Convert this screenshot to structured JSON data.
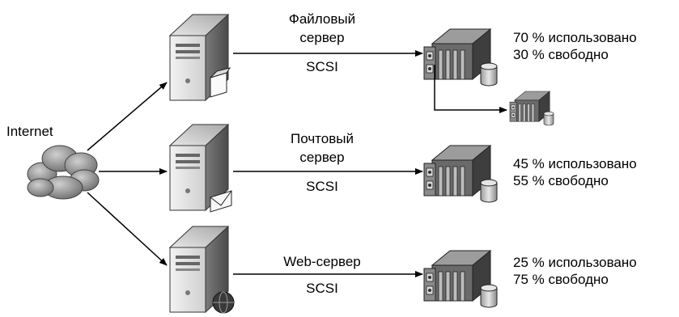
{
  "internet": {
    "label": "Internet"
  },
  "rows": [
    {
      "server_name_line1": "Файловый",
      "server_name_line2": "сервер",
      "link_label": "SCSI",
      "used": "70 % использовано",
      "free": "30 % свободно",
      "server_icon": "file-server-icon"
    },
    {
      "server_name_line1": "Почтовый",
      "server_name_line2": "сервер",
      "link_label": "SCSI",
      "used": "45 % использовано",
      "free": "55 % свободно",
      "server_icon": "mail-server-icon"
    },
    {
      "server_name_line1": "Web-сервер",
      "server_name_line2": "",
      "link_label": "SCSI",
      "used": "25 % использовано",
      "free": "75 % свободно",
      "server_icon": "web-server-icon"
    }
  ]
}
